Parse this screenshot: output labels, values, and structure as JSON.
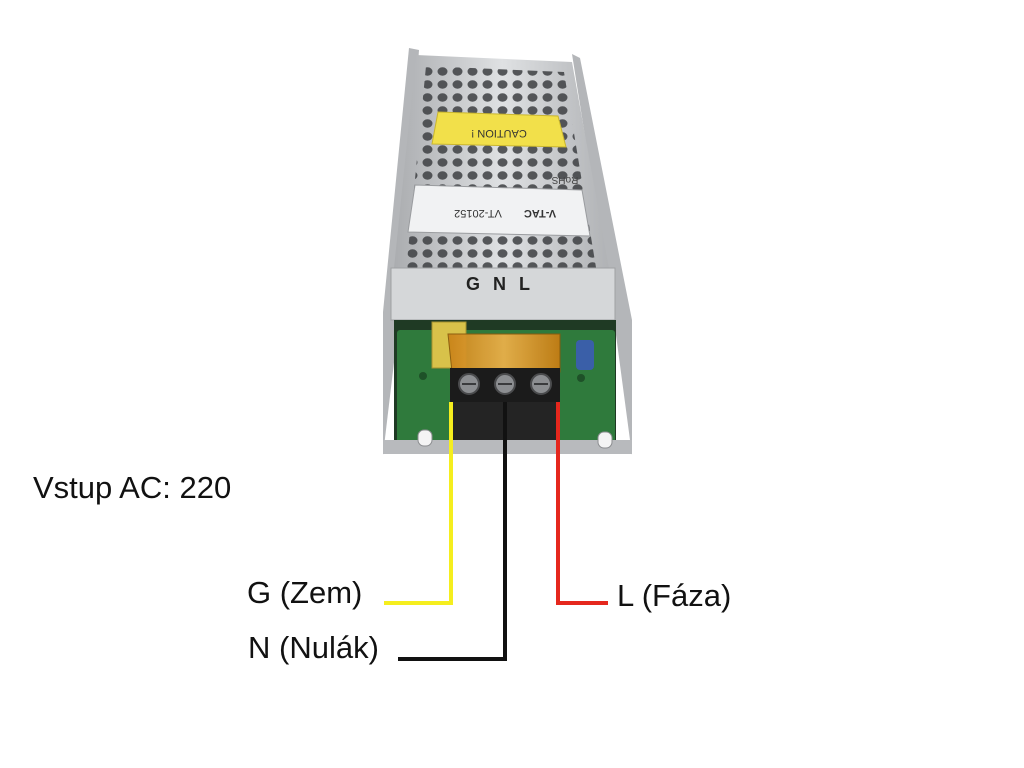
{
  "diagram": {
    "input_label": "Vstup AC: 220",
    "wires": [
      {
        "id": "ground",
        "label": "G (Zem)",
        "color": "#f5ee1e"
      },
      {
        "id": "neutral",
        "label": "N (Nulák)",
        "color": "#111111"
      },
      {
        "id": "line",
        "label": "L (Fáza)",
        "color": "#e5271d"
      }
    ]
  },
  "device": {
    "terminal_marking": "G N L",
    "label_brand": "V-TAC",
    "label_model": "VT-20152",
    "caution_text": "CAUTION !",
    "cert_mark": "RoHS",
    "colors": {
      "case": "#c9cbcd",
      "pcb": "#2f7a3c",
      "terminal_cover": "#d99a28",
      "terminal_block": "#1b1b1b",
      "caution_sticker": "#f2e04a"
    }
  }
}
